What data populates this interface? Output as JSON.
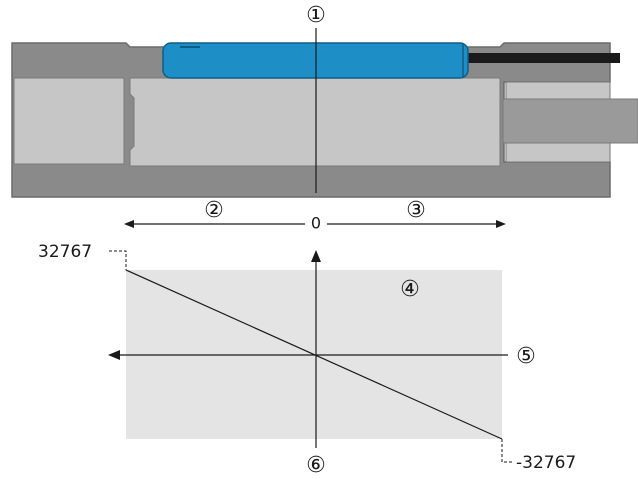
{
  "callouts": {
    "c1": "①",
    "c2": "②",
    "c3": "③",
    "c4": "④",
    "c5": "⑤",
    "c6": "⑥"
  },
  "scale": {
    "zero_label": "0",
    "max_value_label": "32767",
    "min_value_label": "-32767"
  },
  "colors": {
    "housing_dark": "#8a8a8a",
    "housing_light": "#c6c6c6",
    "sensor_blue": "#1e8fc6",
    "range_area": "#e4e4e4",
    "cable": "#1a1a1a"
  }
}
